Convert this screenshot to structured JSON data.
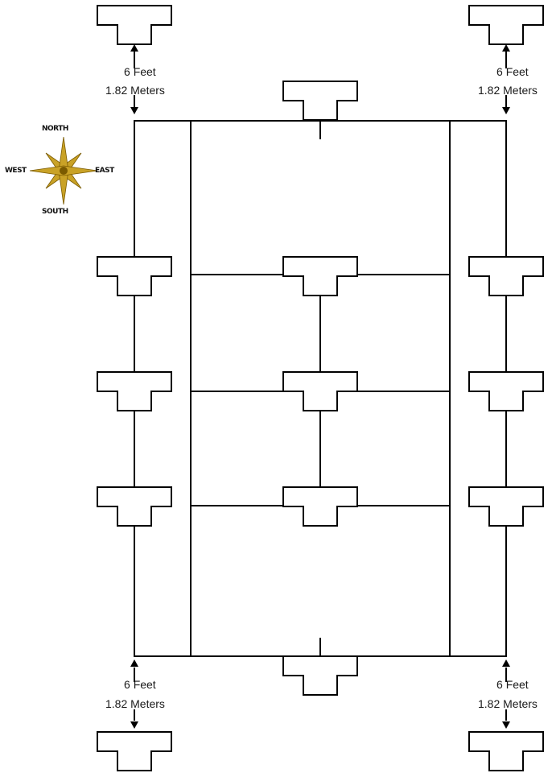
{
  "diagram": {
    "colors": {
      "line": "#000000",
      "compass_gold": "#c9a227",
      "compass_dark": "#7a5a00"
    },
    "measurements": [
      {
        "id": "top-left",
        "feet": "6",
        "feet_unit": "Feet",
        "meters": "1.82",
        "meters_unit": "Meters"
      },
      {
        "id": "top-right",
        "feet": "6",
        "feet_unit": "Feet",
        "meters": "1.82",
        "meters_unit": "Meters"
      },
      {
        "id": "bottom-left",
        "feet": "6",
        "feet_unit": "Feet",
        "meters": "1.82",
        "meters_unit": "Meters"
      },
      {
        "id": "bottom-right",
        "feet": "6",
        "feet_unit": "Feet",
        "meters": "1.82",
        "meters_unit": "Meters"
      }
    ],
    "compass": {
      "north": "NORTH",
      "south": "SOUTH",
      "east": "EAST",
      "west": "WEST",
      "icon": "compass-rose-icon"
    }
  }
}
